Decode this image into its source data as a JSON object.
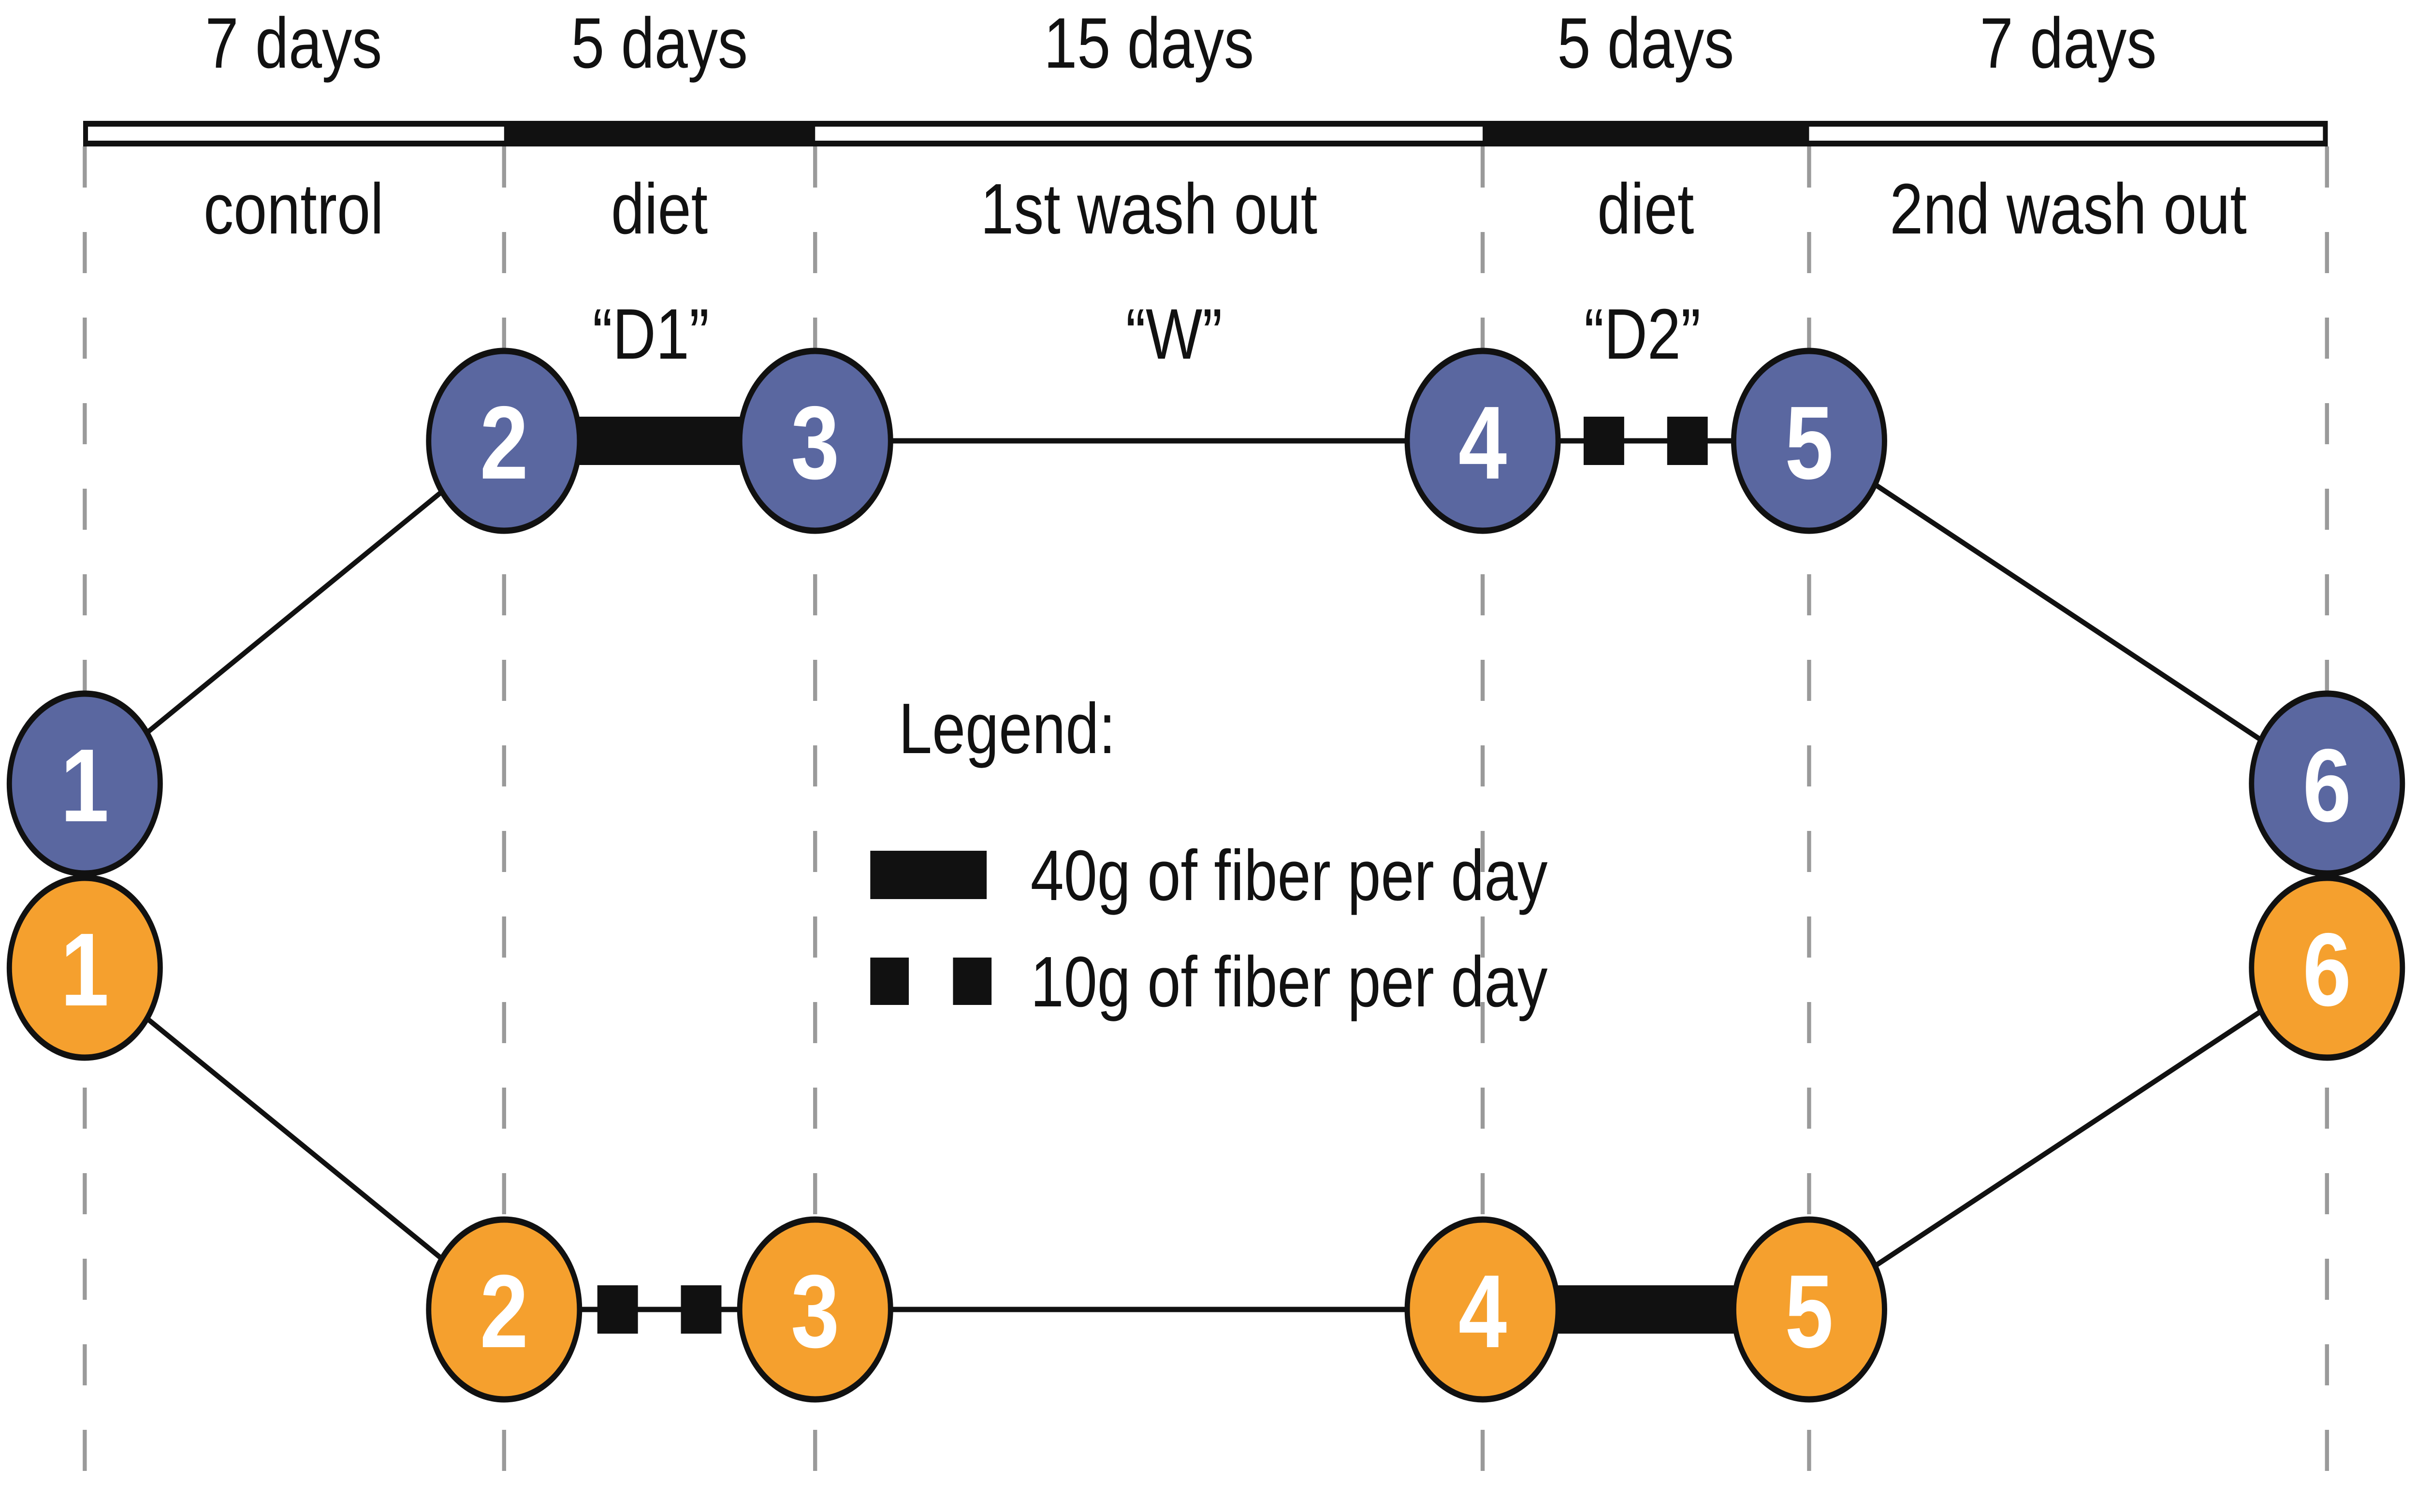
{
  "colors": {
    "arm_top_blue": "#5a67a0",
    "arm_bottom_orange": "#f5a02e",
    "black": "#111111",
    "dashed_boundary_gray": "#9a9a9a",
    "bar_fill": "#ffffff",
    "node_number_text": "#ffffff"
  },
  "timeline": {
    "segments": [
      {
        "duration": "7 days",
        "phase": "control",
        "diet_bar": false
      },
      {
        "duration": "5 days",
        "phase": "diet",
        "diet_bar": true
      },
      {
        "duration": "15 days",
        "phase": "1st wash out",
        "diet_bar": false
      },
      {
        "duration": "5 days",
        "phase": "diet",
        "diet_bar": true
      },
      {
        "duration": "7 days",
        "phase": "2nd wash out",
        "diet_bar": false
      }
    ]
  },
  "interval_labels": [
    {
      "text": "“D1”"
    },
    {
      "text": "“W”"
    },
    {
      "text": "“D2”"
    }
  ],
  "arms": {
    "top": {
      "color_name": "blue",
      "nodes": [
        "1",
        "2",
        "3",
        "4",
        "5",
        "6"
      ],
      "connections": [
        "plain",
        "40g of fiber per day",
        "plain",
        "10g of fiber per day",
        "plain"
      ]
    },
    "bottom": {
      "color_name": "orange",
      "nodes": [
        "1",
        "2",
        "3",
        "4",
        "5",
        "6"
      ],
      "connections": [
        "plain",
        "10g of fiber per day",
        "plain",
        "40g of fiber per day",
        "plain"
      ]
    }
  },
  "legend": {
    "title": "Legend:",
    "items": [
      {
        "swatch": "solid-bar",
        "label": "40g of fiber per day"
      },
      {
        "swatch": "two-squares",
        "label": "10g of fiber per day"
      }
    ]
  }
}
